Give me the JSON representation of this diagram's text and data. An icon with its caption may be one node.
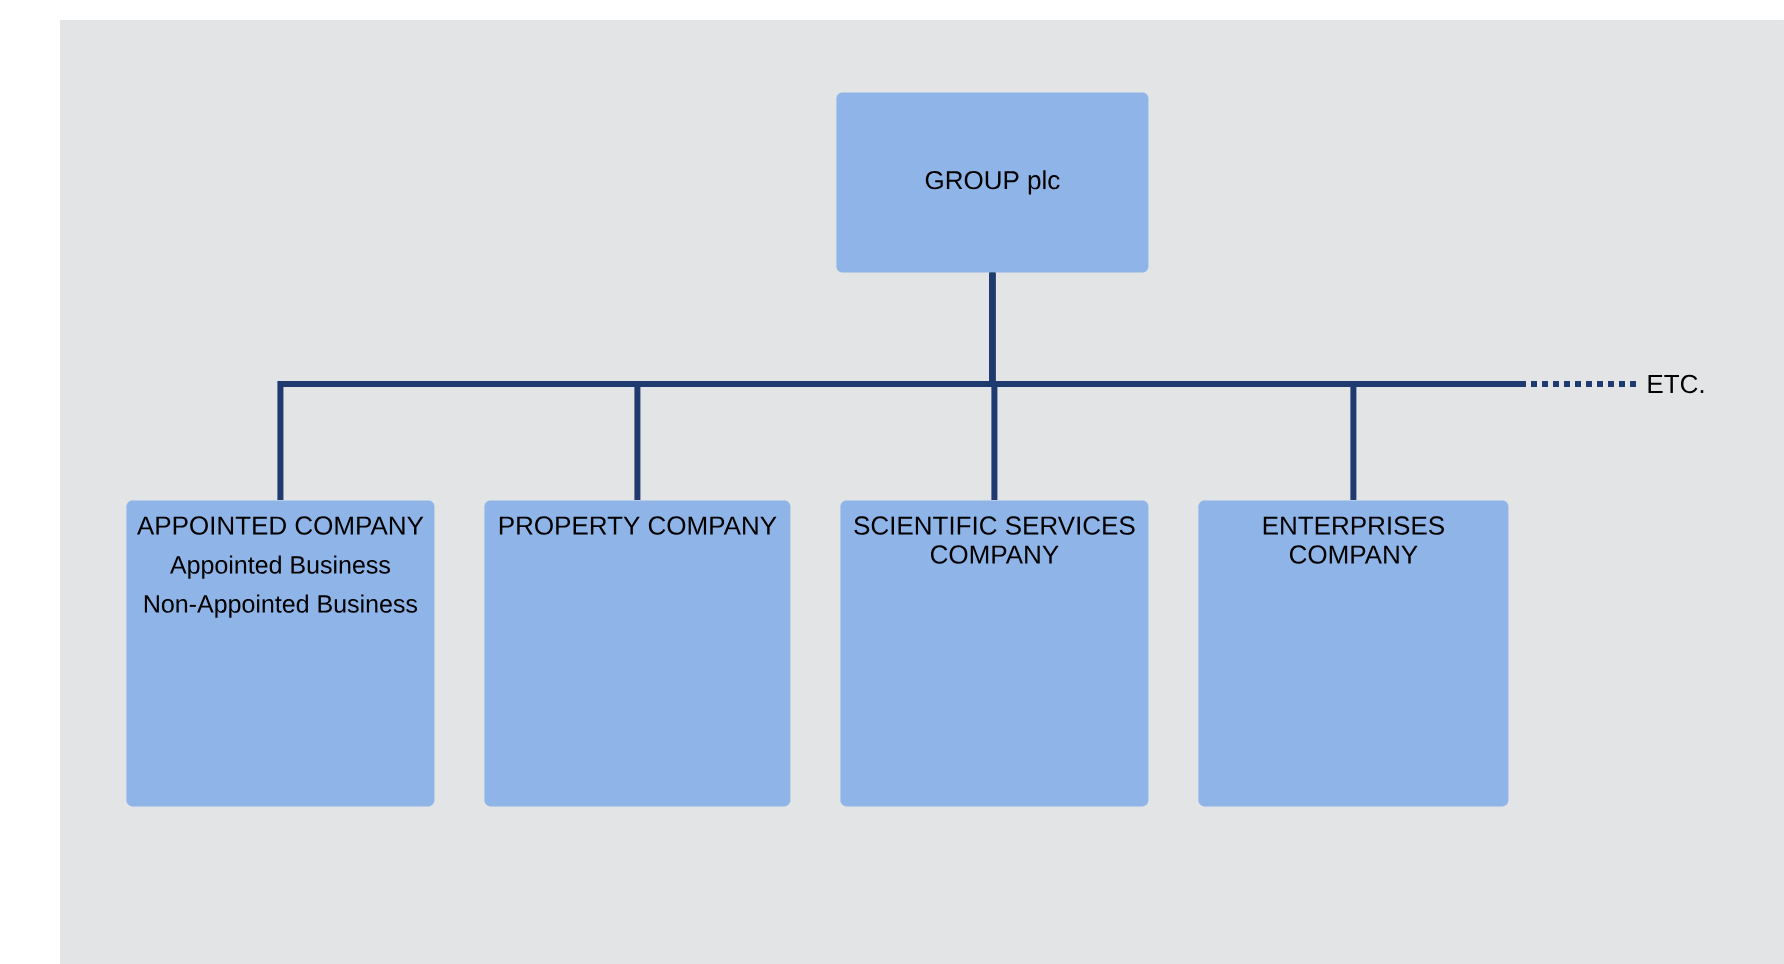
{
  "diagram": {
    "nodes": [
      {
        "text": [
          "GROUP plc"
        ]
      },
      {
        "text": [
          "APPOINTED COMPANY",
          "Appointed Business",
          "Non-Appointed Business"
        ]
      },
      {
        "text": [
          "PROPERTY COMPANY"
        ]
      },
      {
        "text": [
          "SCIENTIFIC SERVICES COMPANY"
        ]
      },
      {
        "text": [
          "ENTERPRISES COMPANY"
        ]
      },
      {
        "text": [
          "ETC."
        ]
      }
    ],
    "edges": [
      {
        "from": 0,
        "to": 1,
        "arrow": "none"
      },
      {
        "from": 0,
        "to": 2,
        "arrow": "none"
      },
      {
        "from": 0,
        "to": 3,
        "arrow": "none"
      },
      {
        "from": 0,
        "to": 4,
        "arrow": "none"
      },
      {
        "from": null,
        "to": 5,
        "arrow": "none",
        "style": "dashed"
      }
    ]
  }
}
